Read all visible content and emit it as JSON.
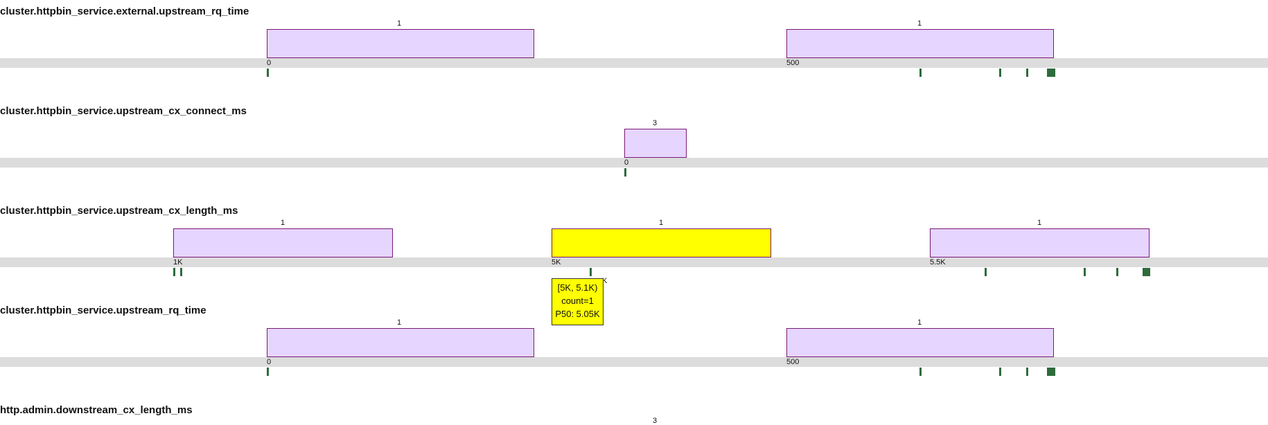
{
  "histograms": [
    {
      "title": "cluster.httpbin_service.external.upstream_rq_time",
      "bins": [
        {
          "range_label": "0",
          "count": "1"
        },
        {
          "range_label": "500",
          "count": "1"
        }
      ]
    },
    {
      "title": "cluster.httpbin_service.upstream_cx_connect_ms",
      "bins": [
        {
          "range_label": "0",
          "count": "3"
        }
      ]
    },
    {
      "title": "cluster.httpbin_service.upstream_cx_length_ms",
      "bins": [
        {
          "range_label": "1K",
          "count": "1"
        },
        {
          "range_label": "5K",
          "count": "1",
          "highlighted": true
        },
        {
          "range_label": "5.5K",
          "count": "1"
        }
      ]
    },
    {
      "title": "cluster.httpbin_service.upstream_rq_time",
      "bins": [
        {
          "range_label": "0",
          "count": "1"
        },
        {
          "range_label": "500",
          "count": "1"
        }
      ]
    },
    {
      "title": "http.admin.downstream_cx_length_ms",
      "bins": [
        {
          "range_label": "",
          "count": "3"
        }
      ]
    }
  ],
  "tooltip": {
    "range": "[5K, 5.1K)",
    "count": "count=1",
    "p50": "P50: 5.05K"
  },
  "stray_label": "K",
  "colors": {
    "bar_fill": "#e6d5ff",
    "bar_border": "#7a1877",
    "highlight": "#ffff00",
    "track": "#dcdcdc",
    "marker": "#2e6b3c"
  },
  "chart_data": [
    {
      "type": "bar",
      "title": "cluster.httpbin_service.external.upstream_rq_time",
      "categories": [
        "0",
        "500"
      ],
      "values": [
        1,
        1
      ]
    },
    {
      "type": "bar",
      "title": "cluster.httpbin_service.upstream_cx_connect_ms",
      "categories": [
        "0"
      ],
      "values": [
        3
      ]
    },
    {
      "type": "bar",
      "title": "cluster.httpbin_service.upstream_cx_length_ms",
      "categories": [
        "1K",
        "5K",
        "5.5K"
      ],
      "values": [
        1,
        1,
        1
      ]
    },
    {
      "type": "bar",
      "title": "cluster.httpbin_service.upstream_rq_time",
      "categories": [
        "0",
        "500"
      ],
      "values": [
        1,
        1
      ]
    },
    {
      "type": "bar",
      "title": "http.admin.downstream_cx_length_ms",
      "categories": [
        ""
      ],
      "values": [
        3
      ]
    }
  ]
}
